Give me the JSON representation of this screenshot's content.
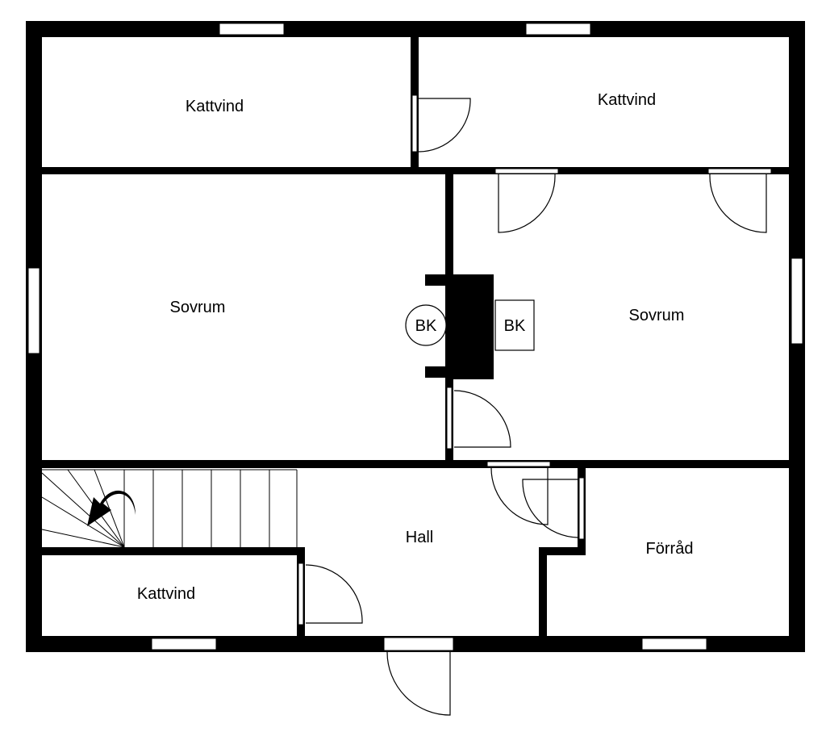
{
  "plan": {
    "rooms": {
      "attic_top_left": "Kattvind",
      "attic_top_right": "Kattvind",
      "bedroom_left": "Sovrum",
      "bedroom_right": "Sovrum",
      "hall": "Hall",
      "storage": "Förråd",
      "attic_bottom_left": "Kattvind"
    },
    "chimney_labels": {
      "round": "BK",
      "square": "BK"
    },
    "colors": {
      "wall": "#000000",
      "background": "#ffffff"
    }
  }
}
